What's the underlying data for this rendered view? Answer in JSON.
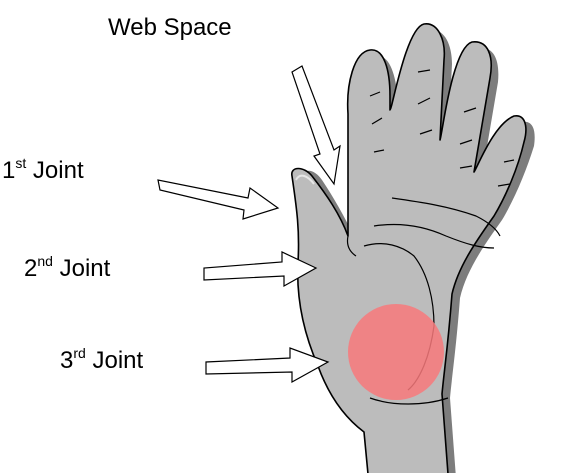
{
  "labels": {
    "web_space": "Web Space",
    "joint_1": {
      "number": "1",
      "suffix": "st",
      "word": "Joint"
    },
    "joint_2": {
      "number": "2",
      "suffix": "nd",
      "word": "Joint"
    },
    "joint_3": {
      "number": "3",
      "suffix": "rd",
      "word": "Joint"
    }
  },
  "colors": {
    "hand_fill": "#bcbcbc",
    "hand_shadow": "#8a8a8a",
    "outline": "#000000",
    "highlight": "#f8797b",
    "arrow_fill": "#ffffff"
  },
  "icons": {
    "hand": "hand-icon",
    "arrow": "arrow-icon",
    "highlight": "joint-highlight"
  }
}
